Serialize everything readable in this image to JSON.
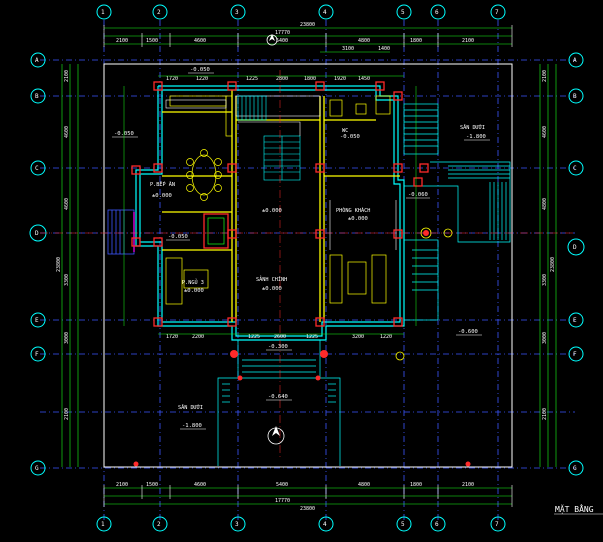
{
  "drawing": {
    "title": "MẶT BẰNG",
    "background": "#000000",
    "colors": {
      "wall": "#00ffff",
      "detail": "#ffff00",
      "red": "#ff2a2a",
      "green": "#19ff19",
      "blue": "#3b57ff",
      "white": "#ffffff",
      "magenta": "#ff00ff"
    }
  },
  "rooms": {
    "phong_bep": "P.BẾP ĂN",
    "phong_bep_level": "±0.000",
    "phong_ngu": "P.NGỦ 3",
    "phong_ngu_level": "±0.000",
    "sanh_chinh": "SẢNH CHÍNH",
    "sanh_chinh_level": "±0.000",
    "phong_khach": "PHÒNG KHÁCH",
    "phong_khach_level": "±0.000",
    "wc_label": "WC",
    "wc_level": "-0.050",
    "center_level": "±0.000",
    "san_duoi_right": "SÂN DƯỚI",
    "san_duoi_right_level": "-1.800",
    "san_duoi_left": "SÂN DƯỚI",
    "san_duoi_left_level": "-1.800"
  },
  "levels": {
    "top_entry": "-0.050",
    "left_outside": "-0.050",
    "hall_left": "-0.050",
    "right_terrace": "-0.060",
    "front_porch": "-0.300",
    "front_steps": "-0.640",
    "right_yard": "-0.600"
  },
  "dims": {
    "top_total": "23800",
    "top_mid": "17770",
    "top_row": [
      "2100",
      "1500",
      "4600",
      "5400",
      "4800",
      "1800",
      "2100"
    ],
    "top_small": [
      "3100",
      "1400"
    ],
    "bottom_total": "23800",
    "bottom_mid": "17770",
    "bottom_row": [
      "2100",
      "1500",
      "4600",
      "5400",
      "4800",
      "1800",
      "2100"
    ],
    "left_col": [
      "2100",
      "4600",
      "4600",
      "3300",
      "3000",
      "2100"
    ],
    "left_total": "23800",
    "right_col": [
      "2100",
      "4600",
      "4800",
      "3300",
      "3000",
      "2100"
    ],
    "right_total": "23800",
    "inner_top": [
      "1720",
      "1220",
      "1225",
      "2800",
      "1800",
      "1920",
      "1450"
    ],
    "inner_bottom": [
      "1720",
      "2200",
      "1225",
      "2600",
      "1225",
      "3200",
      "1220"
    ]
  },
  "axes": {
    "top": [
      "1",
      "2",
      "3",
      "4",
      "5",
      "6",
      "7"
    ],
    "bottom": [
      "1",
      "2",
      "3",
      "4",
      "5",
      "6",
      "7"
    ],
    "left": [
      "A",
      "B",
      "C",
      "D",
      "E",
      "F",
      "G"
    ],
    "right": [
      "A",
      "B",
      "C",
      "D",
      "E",
      "F",
      "G"
    ]
  }
}
